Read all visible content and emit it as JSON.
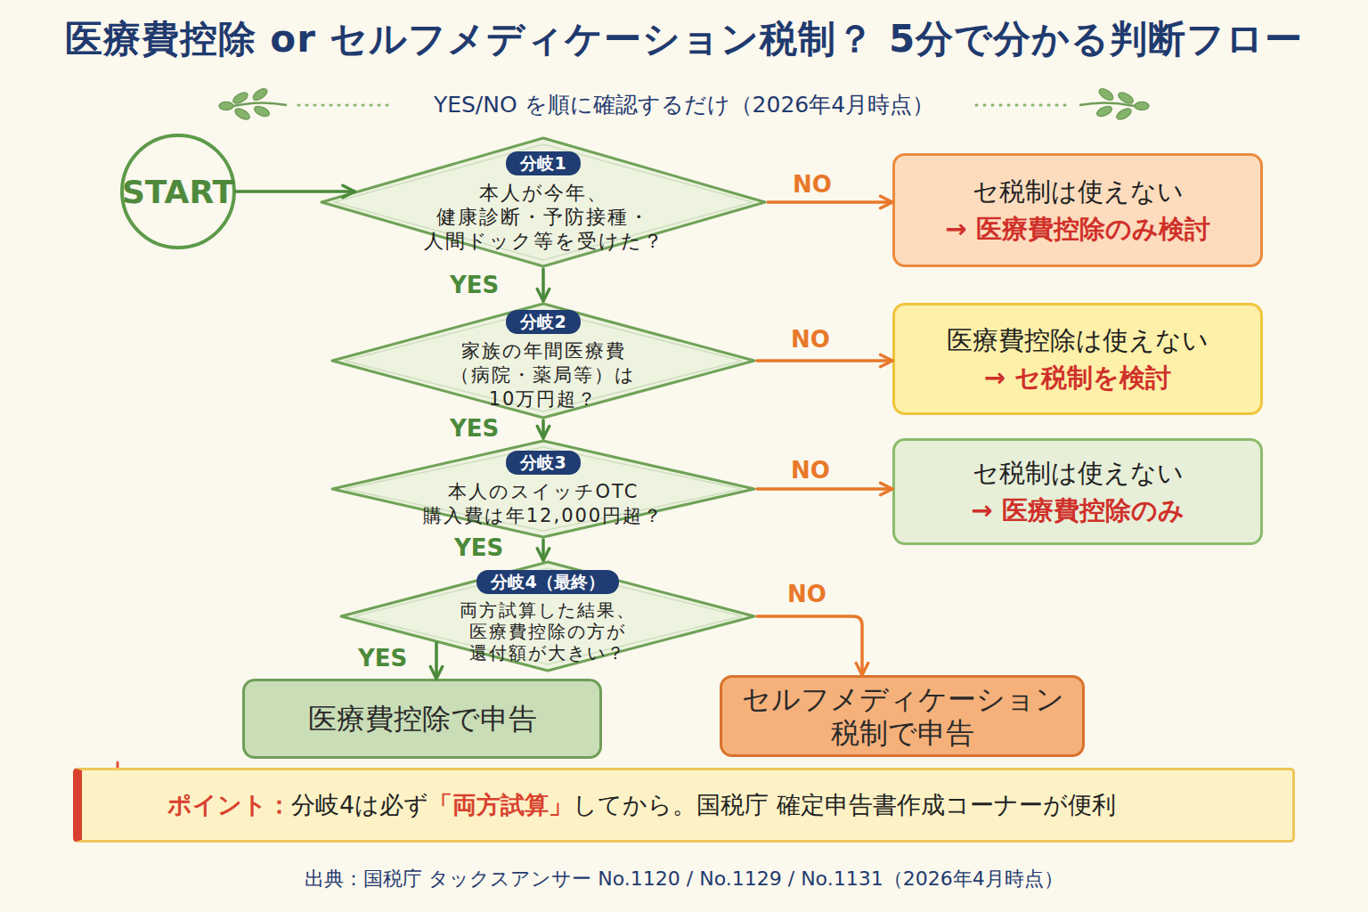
{
  "diagram": {
    "title": "医療費控除 or セルフメディケーション税制？ 5分で分かる判断フロー",
    "caption": "出典：国税庁 タックスアンサー No.1120 / No.1129 / No.1131（2026年4月時点）",
    "nodes": [
      {
        "text": [
          "START"
        ]
      },
      {
        "text": [
          "分岐1",
          "本人が今年、 健康診断・予防接種・ 人間ドック等を受けた？"
        ]
      },
      {
        "text": [
          "セ税制は使えない",
          "→ 医療費控除のみ検討"
        ]
      },
      {
        "text": [
          "分岐2",
          "家族の年間医療費 （病院・薬局等）は 10万円超？"
        ]
      },
      {
        "text": [
          "医療費控除は使えない",
          "→ セ税制を検討"
        ]
      },
      {
        "text": [
          "分岐3",
          "本人のスイッチOTC 購入費は年12,000円超？"
        ]
      },
      {
        "text": [
          "セ税制は使えない",
          "→ 医療費控除のみ"
        ]
      },
      {
        "text": [
          "分岐4（最終）",
          "両方試算した結果、 医療費控除の方が 還付額が大きい？"
        ]
      },
      {
        "text": [
          "医療費控除で申告"
        ]
      },
      {
        "text": [
          "セルフメディケーション 税制で申告"
        ]
      },
      {
        "text": [
          "ポイント：",
          "分岐4は必ず",
          "「両方試算」",
          "してから。国税庁 確定申告書作成コーナーが便利"
        ]
      }
    ],
    "edges": [
      {
        "from": 0,
        "to": 1,
        "arrow": "to"
      },
      {
        "from": 1,
        "to": 2,
        "label": "NO",
        "arrow": "to"
      },
      {
        "from": 1,
        "to": 3,
        "label": "YES",
        "arrow": "to"
      },
      {
        "from": 3,
        "to": 4,
        "label": "NO",
        "arrow": "to"
      },
      {
        "from": 3,
        "to": 5,
        "label": "YES",
        "arrow": "to"
      },
      {
        "from": 5,
        "to": 6,
        "label": "NO",
        "arrow": "to"
      },
      {
        "from": 5,
        "to": 7,
        "label": "YES",
        "arrow": "to"
      },
      {
        "from": 7,
        "to": 8,
        "label": "YES",
        "arrow": "to"
      },
      {
        "from": 7,
        "to": 9,
        "label": "NO",
        "arrow": "to"
      }
    ],
    "labels": [
      "YES/NO を順に確認するだけ（2026年4月時点）"
    ]
  }
}
